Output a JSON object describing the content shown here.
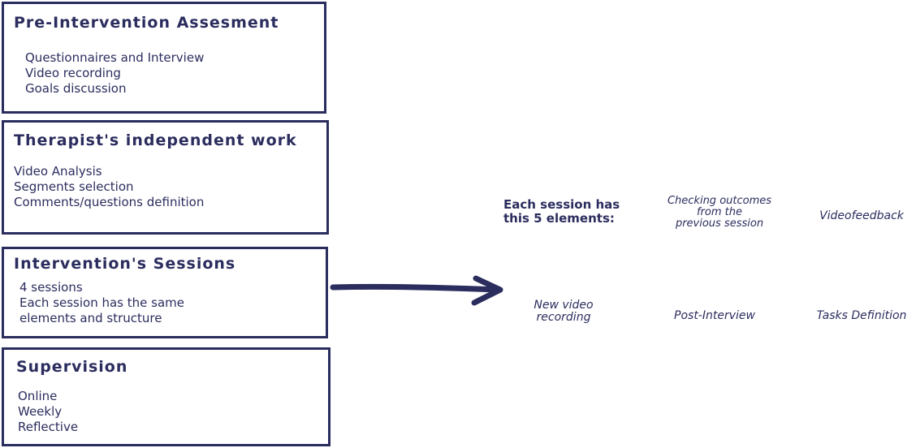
{
  "boxes": [
    {
      "title": "Pre-Intervention Assesment",
      "items": [
        "Questionnaires and Interview",
        "Video recording",
        "Goals discussion"
      ]
    },
    {
      "title": "Therapist's independent work",
      "items": [
        "Video Analysis",
        "Segments selection",
        "Comments/questions definition"
      ]
    },
    {
      "title": "Intervention's Sessions",
      "items": [
        "4 sessions",
        "Each session has the same",
        "elements and structure"
      ]
    },
    {
      "title": "Supervision",
      "items": [
        "Online",
        "Weekly",
        "Reflective"
      ]
    }
  ],
  "session": {
    "heading_line1": "Each session has",
    "heading_line2": "this 5 elements:",
    "elements": [
      {
        "lines": [
          "Checking outcomes",
          "from the",
          "previous session"
        ]
      },
      {
        "lines": [
          "Videofeedback"
        ]
      },
      {
        "lines": [
          "New video",
          "recording"
        ]
      },
      {
        "lines": [
          "Post-Interview"
        ]
      },
      {
        "lines": [
          "Tasks Definition"
        ]
      }
    ]
  },
  "colors": {
    "primary": "#2b2d5e",
    "background": "#ffffff"
  },
  "connector": {
    "icon": "arrow-right-icon"
  }
}
